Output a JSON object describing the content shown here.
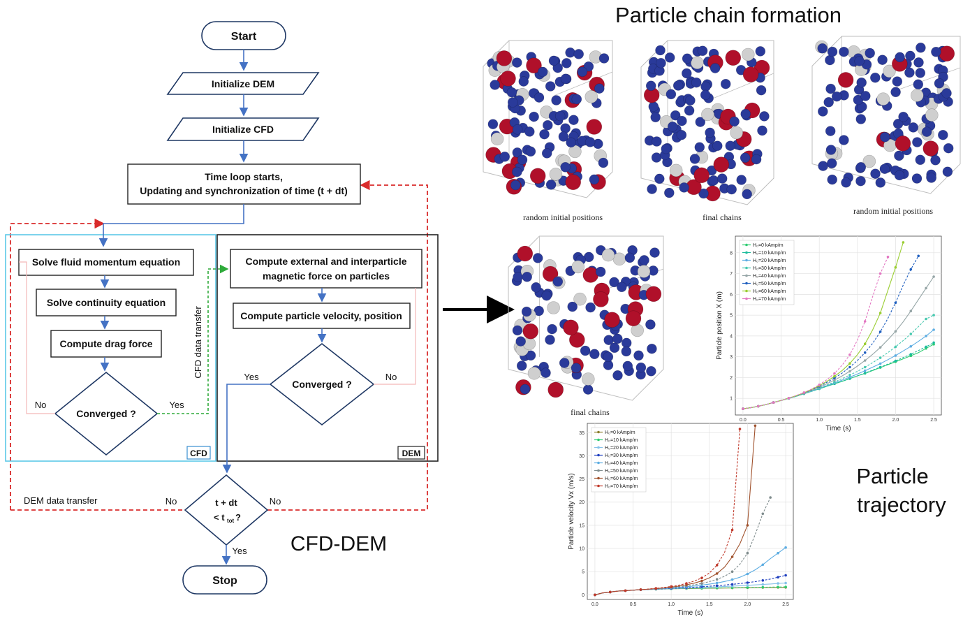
{
  "flowchart": {
    "start": "Start",
    "init_dem": "Initialize DEM",
    "init_cfd": "Initialize CFD",
    "time_loop_line1": "Time loop starts,",
    "time_loop_line2": "Updating and synchronization of time (t + dt)",
    "solve_momentum": "Solve fluid momentum equation",
    "solve_continuity": "Solve continuity equation",
    "compute_drag": "Compute drag force",
    "converged_cfd": "Converged ?",
    "compute_magnetic_line1": "Compute external and interparticle",
    "compute_magnetic_line2": "magnetic force on particles",
    "compute_velocity": "Compute particle velocity, position",
    "converged_dem": "Converged ?",
    "time_check_line1": "t + dt",
    "time_check_line2": "< t",
    "time_check_sub": "tot",
    "time_check_end": "?",
    "stop": "Stop",
    "cfd_box_label": "CFD",
    "dem_box_label": "DEM",
    "cfd_transfer": "CFD data transfer",
    "dem_transfer": "DEM data transfer",
    "yes": "Yes",
    "no": "No",
    "method_label": "CFD-DEM"
  },
  "chain_formation": {
    "title": "Particle chain formation",
    "captions": [
      "random initial positions",
      "final chains",
      "random initial positions",
      "final chains"
    ],
    "colors": {
      "magnetic": "#b0102a",
      "nonmagnetic": "#cfcfcf",
      "fluid": "#2a3a9a"
    }
  },
  "trajectory_title_line1": "Particle",
  "trajectory_title_line2": "trajectory",
  "chart_data": [
    {
      "type": "line",
      "title": "",
      "xlabel": "Time (s)",
      "ylabel": "Particle position X (m)",
      "xlim": [
        -0.1,
        2.6
      ],
      "ylim": [
        0.2,
        8.8
      ],
      "xticks": [
        "0.0",
        "0.5",
        "1.0",
        "1.5",
        "2.0",
        "2.5"
      ],
      "yticks": [
        "1",
        "2",
        "3",
        "4",
        "5",
        "6",
        "7",
        "8"
      ],
      "legend_position": "top-left",
      "x": [
        0.0,
        0.1,
        0.2,
        0.3,
        0.4,
        0.5,
        0.6,
        0.7,
        0.8,
        0.9,
        1.0,
        1.1,
        1.2,
        1.3,
        1.4,
        1.5,
        1.6,
        1.7,
        1.8,
        1.9,
        2.0,
        2.1,
        2.2,
        2.3,
        2.4,
        2.5
      ],
      "series": [
        {
          "name": "H₀=0 kAmp/m",
          "color": "#2ecc71",
          "values": [
            0.5,
            0.55,
            0.62,
            0.7,
            0.8,
            0.9,
            1.0,
            1.1,
            1.22,
            1.34,
            1.46,
            1.58,
            1.7,
            1.82,
            1.95,
            2.08,
            2.2,
            2.34,
            2.48,
            2.62,
            2.76,
            2.9,
            3.05,
            3.2,
            3.4,
            3.6
          ]
        },
        {
          "name": "H₀=10 kAmp/m",
          "color": "#1abc9c",
          "values": [
            0.5,
            0.55,
            0.62,
            0.7,
            0.8,
            0.9,
            1.0,
            1.1,
            1.22,
            1.34,
            1.46,
            1.58,
            1.7,
            1.82,
            1.95,
            2.08,
            2.22,
            2.36,
            2.5,
            2.65,
            2.8,
            2.96,
            3.12,
            3.3,
            3.48,
            3.68
          ]
        },
        {
          "name": "H₀=20 kAmp/m",
          "color": "#5dade2",
          "values": [
            0.5,
            0.55,
            0.62,
            0.7,
            0.8,
            0.9,
            1.0,
            1.11,
            1.23,
            1.35,
            1.48,
            1.61,
            1.74,
            1.88,
            2.02,
            2.17,
            2.33,
            2.5,
            2.67,
            2.86,
            3.06,
            3.28,
            3.5,
            3.74,
            4.0,
            4.3
          ]
        },
        {
          "name": "H₀=30 kAmp/m",
          "color": "#48c9b0",
          "values": [
            0.5,
            0.55,
            0.62,
            0.7,
            0.8,
            0.9,
            1.0,
            1.11,
            1.23,
            1.36,
            1.5,
            1.64,
            1.79,
            1.95,
            2.12,
            2.3,
            2.5,
            2.72,
            2.95,
            3.2,
            3.48,
            3.78,
            4.1,
            4.45,
            4.82,
            5.0
          ]
        },
        {
          "name": "H₀=40 kAmp/m",
          "color": "#95a5a6",
          "values": [
            0.5,
            0.55,
            0.62,
            0.7,
            0.8,
            0.9,
            1.01,
            1.12,
            1.25,
            1.39,
            1.54,
            1.7,
            1.88,
            2.08,
            2.3,
            2.55,
            2.82,
            3.12,
            3.45,
            3.82,
            4.22,
            4.68,
            5.2,
            5.75,
            6.3,
            6.85
          ]
        },
        {
          "name": "H₀=50 kAmp/m",
          "color": "#1f5fbf",
          "values": [
            0.5,
            0.55,
            0.62,
            0.7,
            0.8,
            0.9,
            1.01,
            1.13,
            1.26,
            1.41,
            1.58,
            1.77,
            1.98,
            2.22,
            2.5,
            2.82,
            3.2,
            3.65,
            4.2,
            4.85,
            5.6,
            6.45,
            7.2,
            7.85,
            null,
            null
          ]
        },
        {
          "name": "H₀=60 kAmp/m",
          "color": "#9acd32",
          "values": [
            0.5,
            0.55,
            0.62,
            0.7,
            0.8,
            0.9,
            1.01,
            1.13,
            1.27,
            1.43,
            1.61,
            1.82,
            2.06,
            2.34,
            2.68,
            3.1,
            3.62,
            4.3,
            5.1,
            6.2,
            7.3,
            8.5,
            null,
            null,
            null,
            null
          ]
        },
        {
          "name": "H₀=70 kAmp/m",
          "color": "#e377c2",
          "values": [
            0.5,
            0.55,
            0.62,
            0.7,
            0.8,
            0.9,
            1.01,
            1.14,
            1.28,
            1.45,
            1.65,
            1.9,
            2.2,
            2.6,
            3.1,
            3.8,
            4.7,
            5.9,
            7.0,
            7.8,
            null,
            null,
            null,
            null,
            null,
            null
          ]
        }
      ]
    },
    {
      "type": "line",
      "title": "",
      "xlabel": "Time (s)",
      "ylabel": "Particle velocity Vx (m/s)",
      "xlim": [
        -0.1,
        2.6
      ],
      "ylim": [
        -1,
        37
      ],
      "xticks": [
        "0.0",
        "0.5",
        "1.0",
        "1.5",
        "2.0",
        "2.5"
      ],
      "yticks": [
        "0",
        "5",
        "10",
        "15",
        "20",
        "25",
        "30",
        "35"
      ],
      "legend_position": "top-left",
      "x": [
        0.0,
        0.1,
        0.2,
        0.3,
        0.4,
        0.5,
        0.6,
        0.7,
        0.8,
        0.9,
        1.0,
        1.1,
        1.2,
        1.3,
        1.4,
        1.5,
        1.6,
        1.7,
        1.8,
        1.9,
        2.0,
        2.1,
        2.2,
        2.3,
        2.4,
        2.5
      ],
      "series": [
        {
          "name": "H₀=0 kAmp/m",
          "color": "#8b7d2a",
          "values": [
            0,
            0.4,
            0.6,
            0.8,
            0.9,
            1.0,
            1.1,
            1.15,
            1.2,
            1.25,
            1.3,
            1.32,
            1.35,
            1.38,
            1.4,
            1.42,
            1.44,
            1.46,
            1.48,
            1.5,
            1.52,
            1.54,
            1.56,
            1.58,
            1.6,
            1.6
          ]
        },
        {
          "name": "H₀=10 kAmp/m",
          "color": "#2ecc71",
          "values": [
            0,
            0.4,
            0.6,
            0.8,
            0.9,
            1.0,
            1.1,
            1.15,
            1.2,
            1.25,
            1.3,
            1.33,
            1.36,
            1.39,
            1.42,
            1.45,
            1.48,
            1.5,
            1.52,
            1.55,
            1.58,
            1.6,
            1.62,
            1.65,
            1.68,
            1.7
          ]
        },
        {
          "name": "H₀=20 kAmp/m",
          "color": "#85c1e9",
          "values": [
            0,
            0.4,
            0.6,
            0.8,
            0.9,
            1.0,
            1.1,
            1.16,
            1.22,
            1.28,
            1.34,
            1.4,
            1.46,
            1.52,
            1.58,
            1.65,
            1.72,
            1.8,
            1.88,
            1.96,
            2.05,
            2.14,
            2.24,
            2.34,
            2.45,
            2.55
          ]
        },
        {
          "name": "H₀=30 kAmp/m",
          "color": "#1f3fbf",
          "values": [
            0,
            0.4,
            0.6,
            0.8,
            0.9,
            1.0,
            1.1,
            1.17,
            1.24,
            1.31,
            1.38,
            1.46,
            1.55,
            1.64,
            1.74,
            1.85,
            1.97,
            2.1,
            2.25,
            2.42,
            2.62,
            2.85,
            3.1,
            3.4,
            3.8,
            4.2
          ]
        },
        {
          "name": "H₀=40 kAmp/m",
          "color": "#5dade2",
          "values": [
            0,
            0.4,
            0.6,
            0.8,
            0.9,
            1.0,
            1.1,
            1.18,
            1.27,
            1.37,
            1.48,
            1.6,
            1.74,
            1.9,
            2.08,
            2.3,
            2.56,
            2.88,
            3.28,
            3.8,
            4.5,
            5.4,
            6.5,
            7.8,
            9.0,
            10.2
          ]
        },
        {
          "name": "H₀=50 kAmp/m",
          "color": "#7f8c8d",
          "values": [
            0,
            0.4,
            0.6,
            0.8,
            0.9,
            1.0,
            1.11,
            1.2,
            1.3,
            1.42,
            1.56,
            1.72,
            1.92,
            2.16,
            2.46,
            2.84,
            3.34,
            4.0,
            5.0,
            6.6,
            9.0,
            13.0,
            17.5,
            21.0,
            null,
            null
          ]
        },
        {
          "name": "H₀=60 kAmp/m",
          "color": "#a0522d",
          "values": [
            0,
            0.4,
            0.6,
            0.8,
            0.9,
            1.0,
            1.12,
            1.22,
            1.34,
            1.48,
            1.66,
            1.88,
            2.16,
            2.52,
            3.0,
            3.66,
            4.6,
            6.0,
            8.2,
            11.0,
            15.0,
            36.5,
            null,
            null,
            null,
            null
          ]
        },
        {
          "name": "H₀=70 kAmp/m",
          "color": "#c0392b",
          "values": [
            0,
            0.4,
            0.6,
            0.8,
            0.9,
            1.0,
            1.13,
            1.25,
            1.4,
            1.58,
            1.8,
            2.08,
            2.45,
            2.95,
            3.65,
            4.7,
            6.4,
            9.2,
            14.0,
            35.8,
            null,
            null,
            null,
            null,
            null,
            null
          ]
        }
      ]
    }
  ]
}
